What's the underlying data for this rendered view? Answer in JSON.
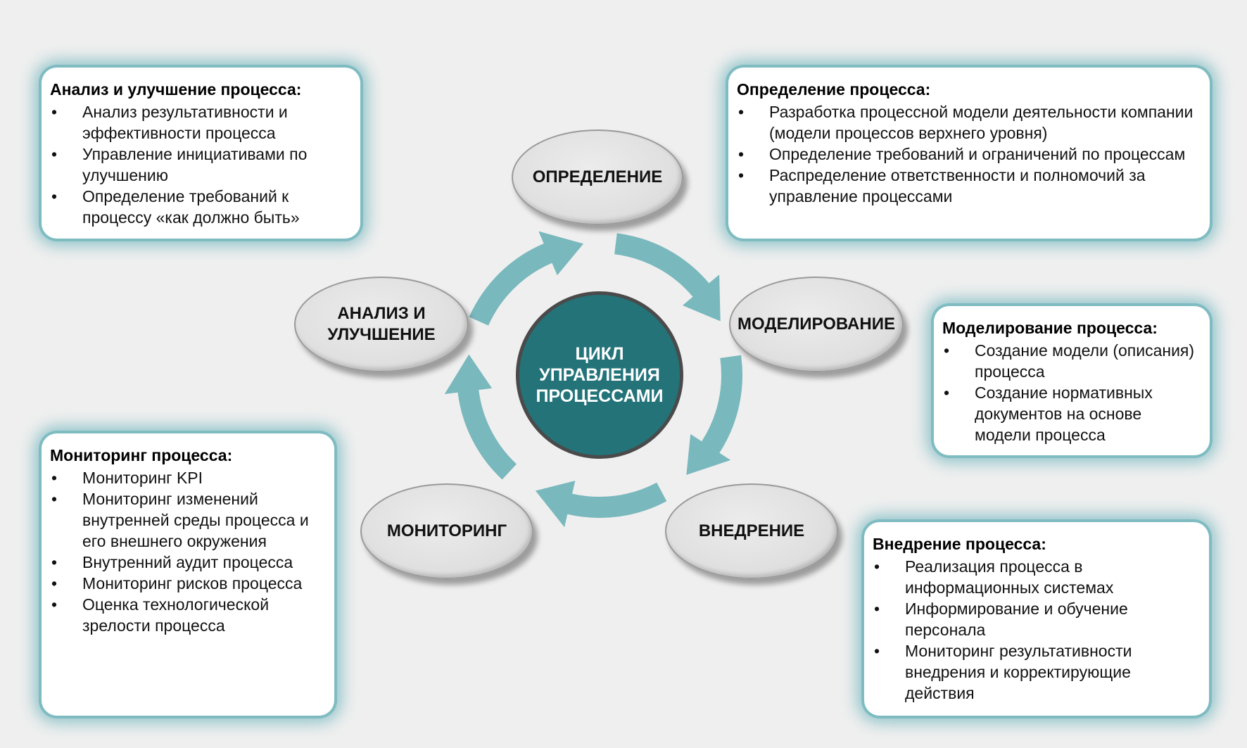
{
  "center": {
    "line1": "ЦИКЛ",
    "line2": "УПРАВЛЕНИЯ",
    "line3": "ПРОЦЕССАМИ"
  },
  "stages": {
    "definition": "ОПРЕДЕЛЕНИЕ",
    "modeling": "МОДЕЛИРОВАНИЕ",
    "implementation": "ВНЕДРЕНИЕ",
    "monitoring": "МОНИТОРИНГ",
    "analysis_line1": "АНАЛИЗ И",
    "analysis_line2": "УЛУЧШЕНИЕ"
  },
  "boxes": {
    "analysis": {
      "title": "Анализ и улучшение процесса:",
      "items": [
        "Анализ результативности и эффективности процесса",
        "Управление инициативами по улучшению",
        "Определение требований к процессу «как должно быть»"
      ]
    },
    "definition": {
      "title": "Определение процесса:",
      "items": [
        "Разработка процессной модели деятельности компании (модели процессов верхнего уровня)",
        "Определение требований и ограничений по процессам",
        "Распределение ответственности и полномочий за управление процессами"
      ]
    },
    "modeling": {
      "title": "Моделирование процесса:",
      "items": [
        "Создание модели (описания) процесса",
        "Создание нормативных документов на основе модели процесса"
      ]
    },
    "monitoring": {
      "title": "Мониторинг процесса:",
      "items": [
        "Мониторинг KPI",
        "Мониторинг изменений внутренней среды процесса и его внешнего окружения",
        "Внутренний аудит процесса",
        "Мониторинг рисков процесса",
        "Оценка технологической зрелости процесса"
      ]
    },
    "implementation": {
      "title": "Внедрение процесса:",
      "items": [
        "Реализация процесса в информационных системах",
        "Информирование и обучение персонала",
        "Мониторинг результативности внедрения и корректирующие действия"
      ]
    }
  },
  "colors": {
    "arrow": "#79b8bd",
    "center": "#237379",
    "box_glow": "#7fbcc2"
  }
}
